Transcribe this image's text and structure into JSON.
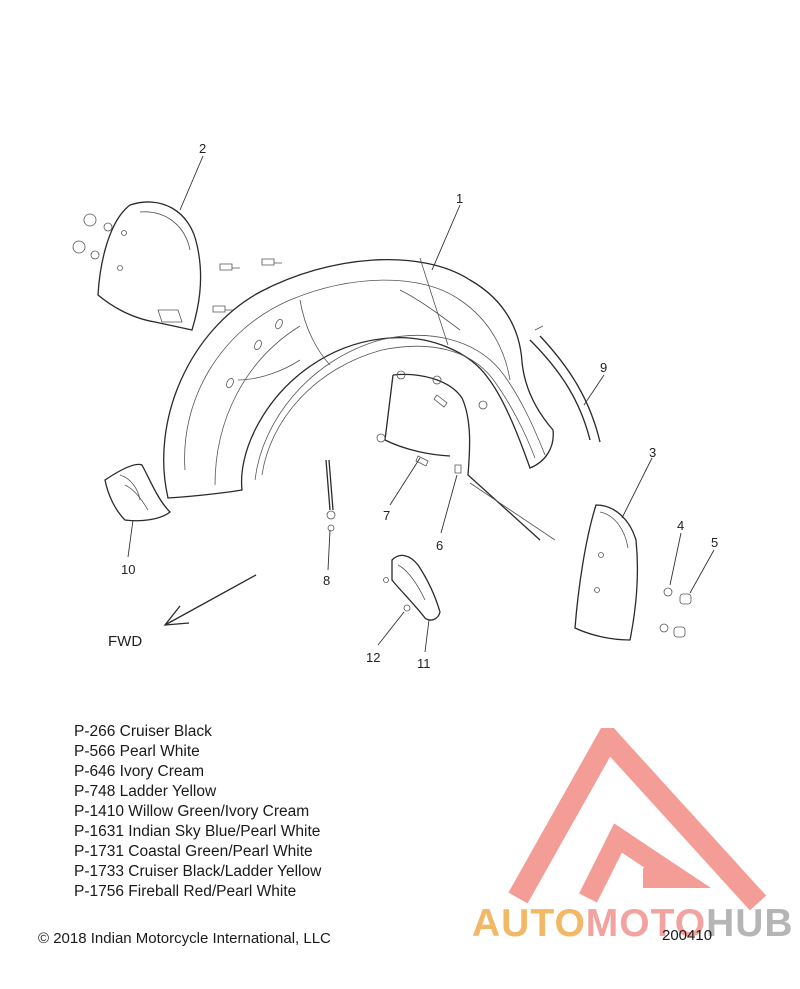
{
  "callouts": [
    {
      "id": "1",
      "label": "1"
    },
    {
      "id": "2",
      "label": "2"
    },
    {
      "id": "3",
      "label": "3"
    },
    {
      "id": "4",
      "label": "4"
    },
    {
      "id": "5",
      "label": "5"
    },
    {
      "id": "6",
      "label": "6"
    },
    {
      "id": "7",
      "label": "7"
    },
    {
      "id": "8",
      "label": "8"
    },
    {
      "id": "9",
      "label": "9"
    },
    {
      "id": "10",
      "label": "10"
    },
    {
      "id": "11",
      "label": "11"
    },
    {
      "id": "12",
      "label": "12"
    }
  ],
  "direction_label": "FWD",
  "paint_codes": [
    "P-266  Cruiser Black",
    "P-566  Pearl White",
    "P-646  Ivory Cream",
    "P-748 Ladder Yellow",
    "P-1410 Willow Green/Ivory Cream",
    "P-1631 Indian Sky Blue/Pearl White",
    "P-1731 Coastal Green/Pearl White",
    "P-1733 Cruiser Black/Ladder Yellow",
    "P-1756 Fireball Red/Pearl White"
  ],
  "copyright": "© 2018 Indian Motorcycle International, LLC",
  "diagram_number": "200410",
  "watermark": {
    "part_a": "AUTO",
    "part_b": "MOTO",
    "part_c": "HUB",
    "color_a": "#f2b866",
    "color_b": "#f2a3a0",
    "color_c": "#b5b5b5",
    "logo_color": "#f28b84"
  }
}
